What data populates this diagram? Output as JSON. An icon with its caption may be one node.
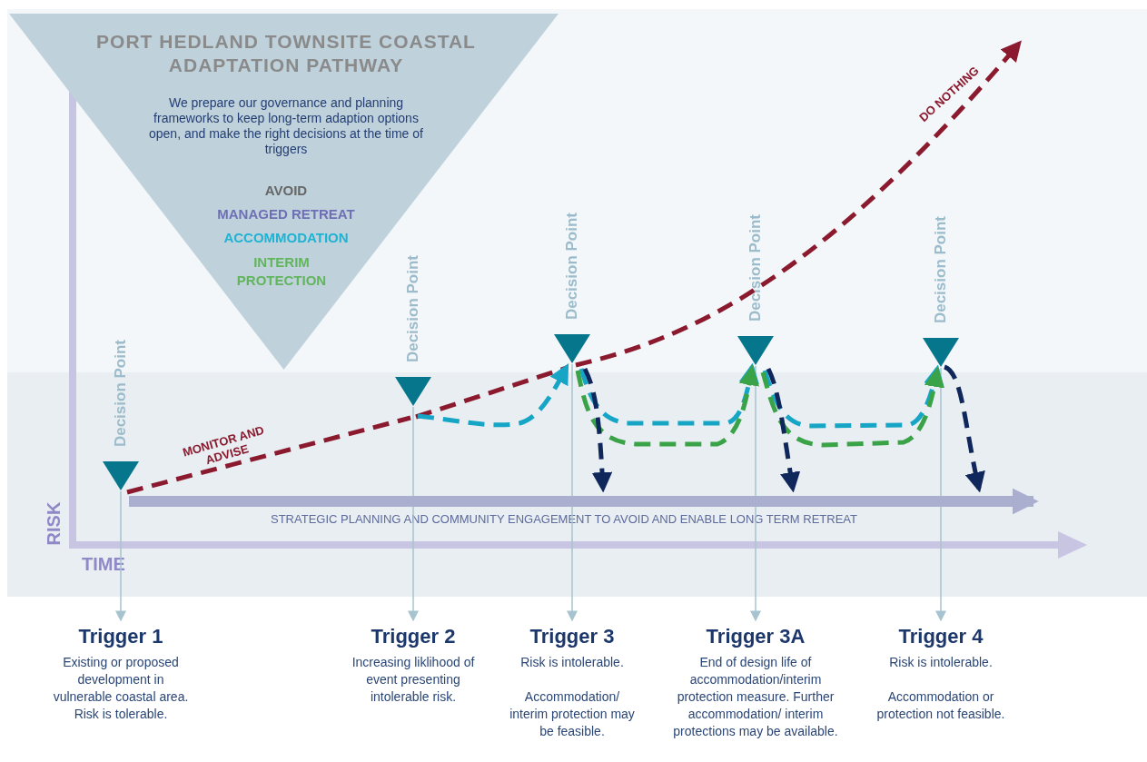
{
  "diagram": {
    "nodes": [
      {
        "text": [
          "PORT HEDLAND TOWNSITE COASTAL ADAPTATION PATHWAY",
          "We prepare our governance and planning frameworks to keep long-term adaption options open, and make the right decisions at the time of triggers",
          "AVOID",
          "MANAGED RETREAT",
          "ACCOMMODATION",
          "INTERIM PROTECTION"
        ]
      },
      {
        "text": [
          "Decision Point"
        ]
      },
      {
        "text": [
          "Decision Point"
        ]
      },
      {
        "text": [
          "Decision Point"
        ]
      },
      {
        "text": [
          "Decision Point"
        ]
      },
      {
        "text": [
          "Decision Point"
        ]
      },
      {
        "text": [
          "Trigger 1",
          "Existing or proposed development in vulnerable coastal area. Risk is tolerable."
        ]
      },
      {
        "text": [
          "Trigger 2",
          "Increasing liklihood of event presenting intolerable risk."
        ]
      },
      {
        "text": [
          "Trigger 3",
          "Risk is intolerable.",
          "Accommodation/ interim protection may be feasible."
        ]
      },
      {
        "text": [
          "Trigger 3A",
          "End of design life of accommodation/interim protection measure. Further accommodation/ interim protections may be available."
        ]
      },
      {
        "text": [
          "Trigger 4",
          "Risk is intolerable.",
          "Accommodation or protection not feasible."
        ]
      }
    ],
    "edges": [
      {
        "from": 1,
        "to": 6,
        "arrow": "to"
      },
      {
        "from": 2,
        "to": 7,
        "arrow": "to"
      },
      {
        "from": 3,
        "to": 8,
        "arrow": "to"
      },
      {
        "from": 4,
        "to": 9,
        "arrow": "to"
      },
      {
        "from": 5,
        "to": 10,
        "arrow": "to"
      },
      {
        "from": 1,
        "to": 2,
        "arrow": "none",
        "label": "MONITOR AND ADVISE",
        "style": "dashed",
        "color": "#8b1a2e"
      },
      {
        "from": 2,
        "to": 3,
        "arrow": "none",
        "style": "dashed",
        "color": "#8b1a2e"
      },
      {
        "from": 3,
        "to": null,
        "arrow": "to",
        "label": "DO NOTHING",
        "style": "dashed",
        "color": "#8b1a2e"
      },
      {
        "from": 2,
        "to": 3,
        "arrow": "to",
        "style": "dashed",
        "color": "#17a5c6"
      },
      {
        "from": 3,
        "to": 4,
        "arrow": "to",
        "style": "dashed",
        "color": "#17a5c6"
      },
      {
        "from": 4,
        "to": 5,
        "arrow": "to",
        "style": "dashed",
        "color": "#17a5c6"
      },
      {
        "from": 3,
        "to": 4,
        "arrow": "to",
        "style": "dashed",
        "color": "#3aa348"
      },
      {
        "from": 4,
        "to": 5,
        "arrow": "to",
        "style": "dashed",
        "color": "#3aa348"
      },
      {
        "from": 3,
        "to": null,
        "arrow": "to",
        "style": "dashed",
        "color": "#10275c"
      },
      {
        "from": 4,
        "to": null,
        "arrow": "to",
        "style": "dashed",
        "color": "#10275c"
      },
      {
        "from": 5,
        "to": null,
        "arrow": "to",
        "style": "dashed",
        "color": "#10275c"
      },
      {
        "from": 1,
        "to": null,
        "arrow": "to",
        "style": "thick",
        "color": "#aaaecf"
      }
    ],
    "labels": [
      "RISK",
      "STRATEGIC PLANNING AND COMMUNITY ENGAGEMENT TO AVOID AND ENABLE LONG TERM RETREAT",
      "TIME"
    ]
  }
}
